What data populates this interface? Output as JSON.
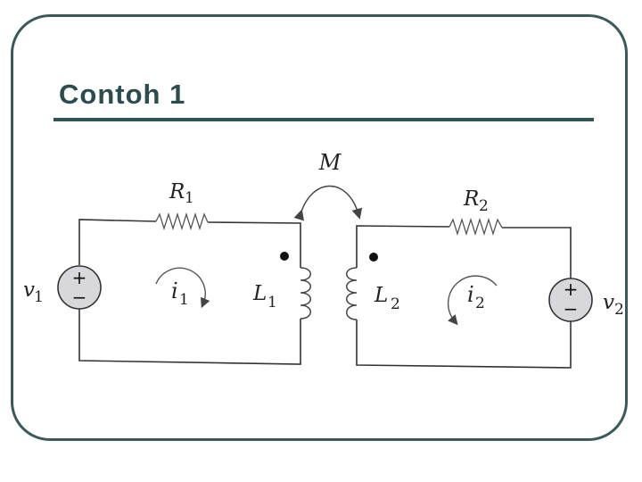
{
  "slide": {
    "title": "Contoh 1"
  },
  "circuit": {
    "mutual_inductance": "M",
    "resistor_left": {
      "letter": "R",
      "sub": "1"
    },
    "resistor_right": {
      "letter": "R",
      "sub": "2"
    },
    "inductor_left": {
      "letter": "L",
      "sub": "1"
    },
    "inductor_right": {
      "letter": "L",
      "sub": "2"
    },
    "source_left": {
      "letter": "v",
      "sub": "1"
    },
    "source_right": {
      "letter": "v",
      "sub": "2"
    },
    "current_left": {
      "letter": "i",
      "sub": "1"
    },
    "current_right": {
      "letter": "i",
      "sub": "2"
    },
    "source_plus": "+",
    "source_minus": "−",
    "source_fill": "#d8d8dc",
    "wire_color": "#333333"
  }
}
